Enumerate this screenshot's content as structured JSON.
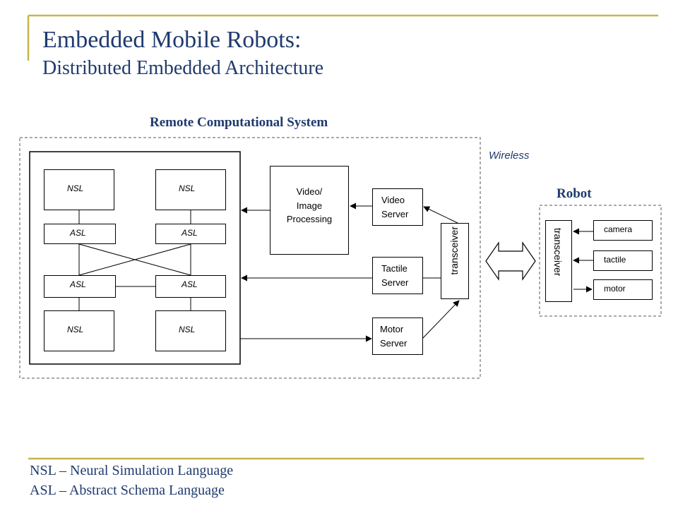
{
  "header": {
    "title": "Embedded Mobile Robots:",
    "subtitle": "Distributed Embedded Architecture"
  },
  "remote": {
    "label": "Remote Computational System",
    "wireless_label": "Wireless",
    "nsl_label": "NSL",
    "asl_label": "ASL",
    "video_processing_label": "Video/\nImage\nProcessing",
    "video_server_label": "Video\nServer",
    "tactile_server_label": "Tactile\nServer",
    "motor_server_label": "Motor\nServer",
    "transceiver_label": "transceiver"
  },
  "robot": {
    "label": "Robot",
    "transceiver_label": "transceiver",
    "sensors": [
      "camera",
      "tactile",
      "motor"
    ]
  },
  "legend": {
    "nsl": "NSL – Neural Simulation Language",
    "asl": "ASL – Abstract Schema Language"
  },
  "colors": {
    "accent_line": "#c8b44a",
    "text": "#1f3a6e"
  }
}
